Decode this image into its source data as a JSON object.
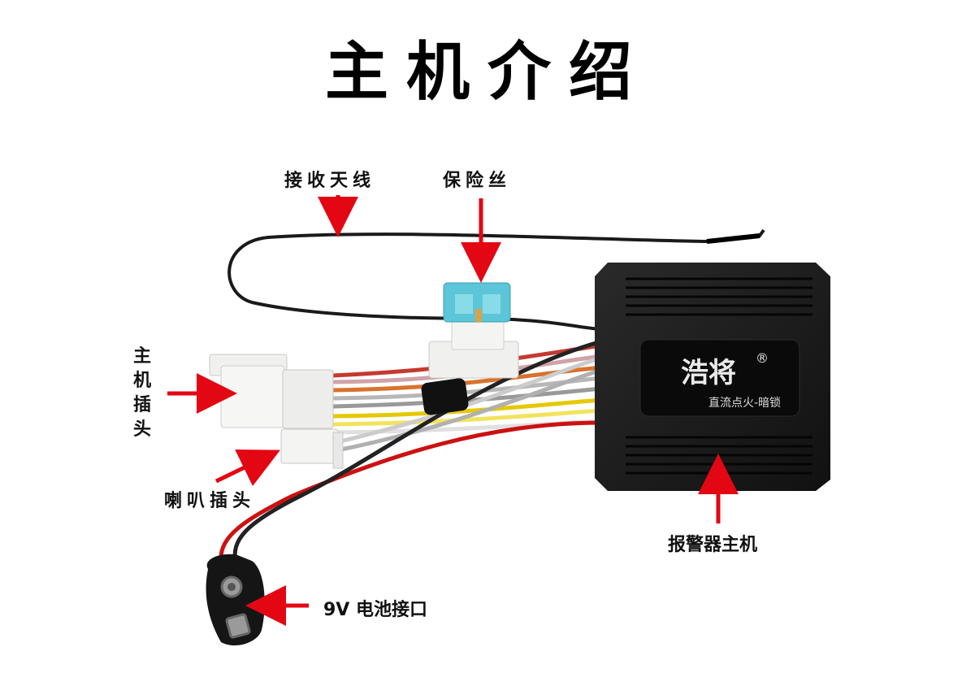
{
  "title": "主机介绍",
  "labels": {
    "antenna": "接收天线",
    "fuse": "保险丝",
    "main_plug": "主机插头",
    "horn_plug": "喇叭插头",
    "alarm_unit": "报警器主机",
    "battery": "9V 电池接口"
  },
  "device": {
    "brand": "浩将",
    "registered": "®",
    "subtitle": "直流点火-暗锁"
  },
  "colors": {
    "arrow": "#e30613",
    "device_body": "#1b1b1b",
    "fuse": "#5cc6d8"
  }
}
